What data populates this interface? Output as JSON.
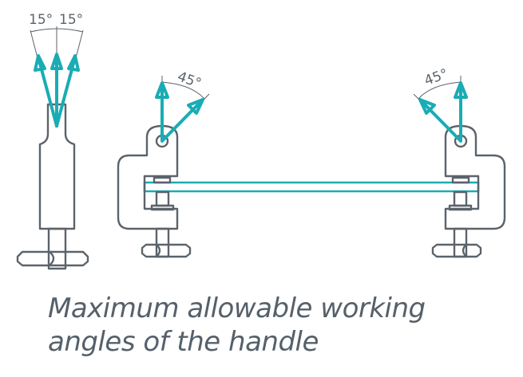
{
  "labels": {
    "left_angle": "15°",
    "right_angle": "15°",
    "clamp_left_angle": "45°",
    "clamp_right_angle": "45°"
  },
  "caption": {
    "line1": "Maximum allowable working",
    "line2": "angles of the handle"
  },
  "colors": {
    "accent": "#1aacb4",
    "line": "#5b636b",
    "text": "#55606a"
  }
}
